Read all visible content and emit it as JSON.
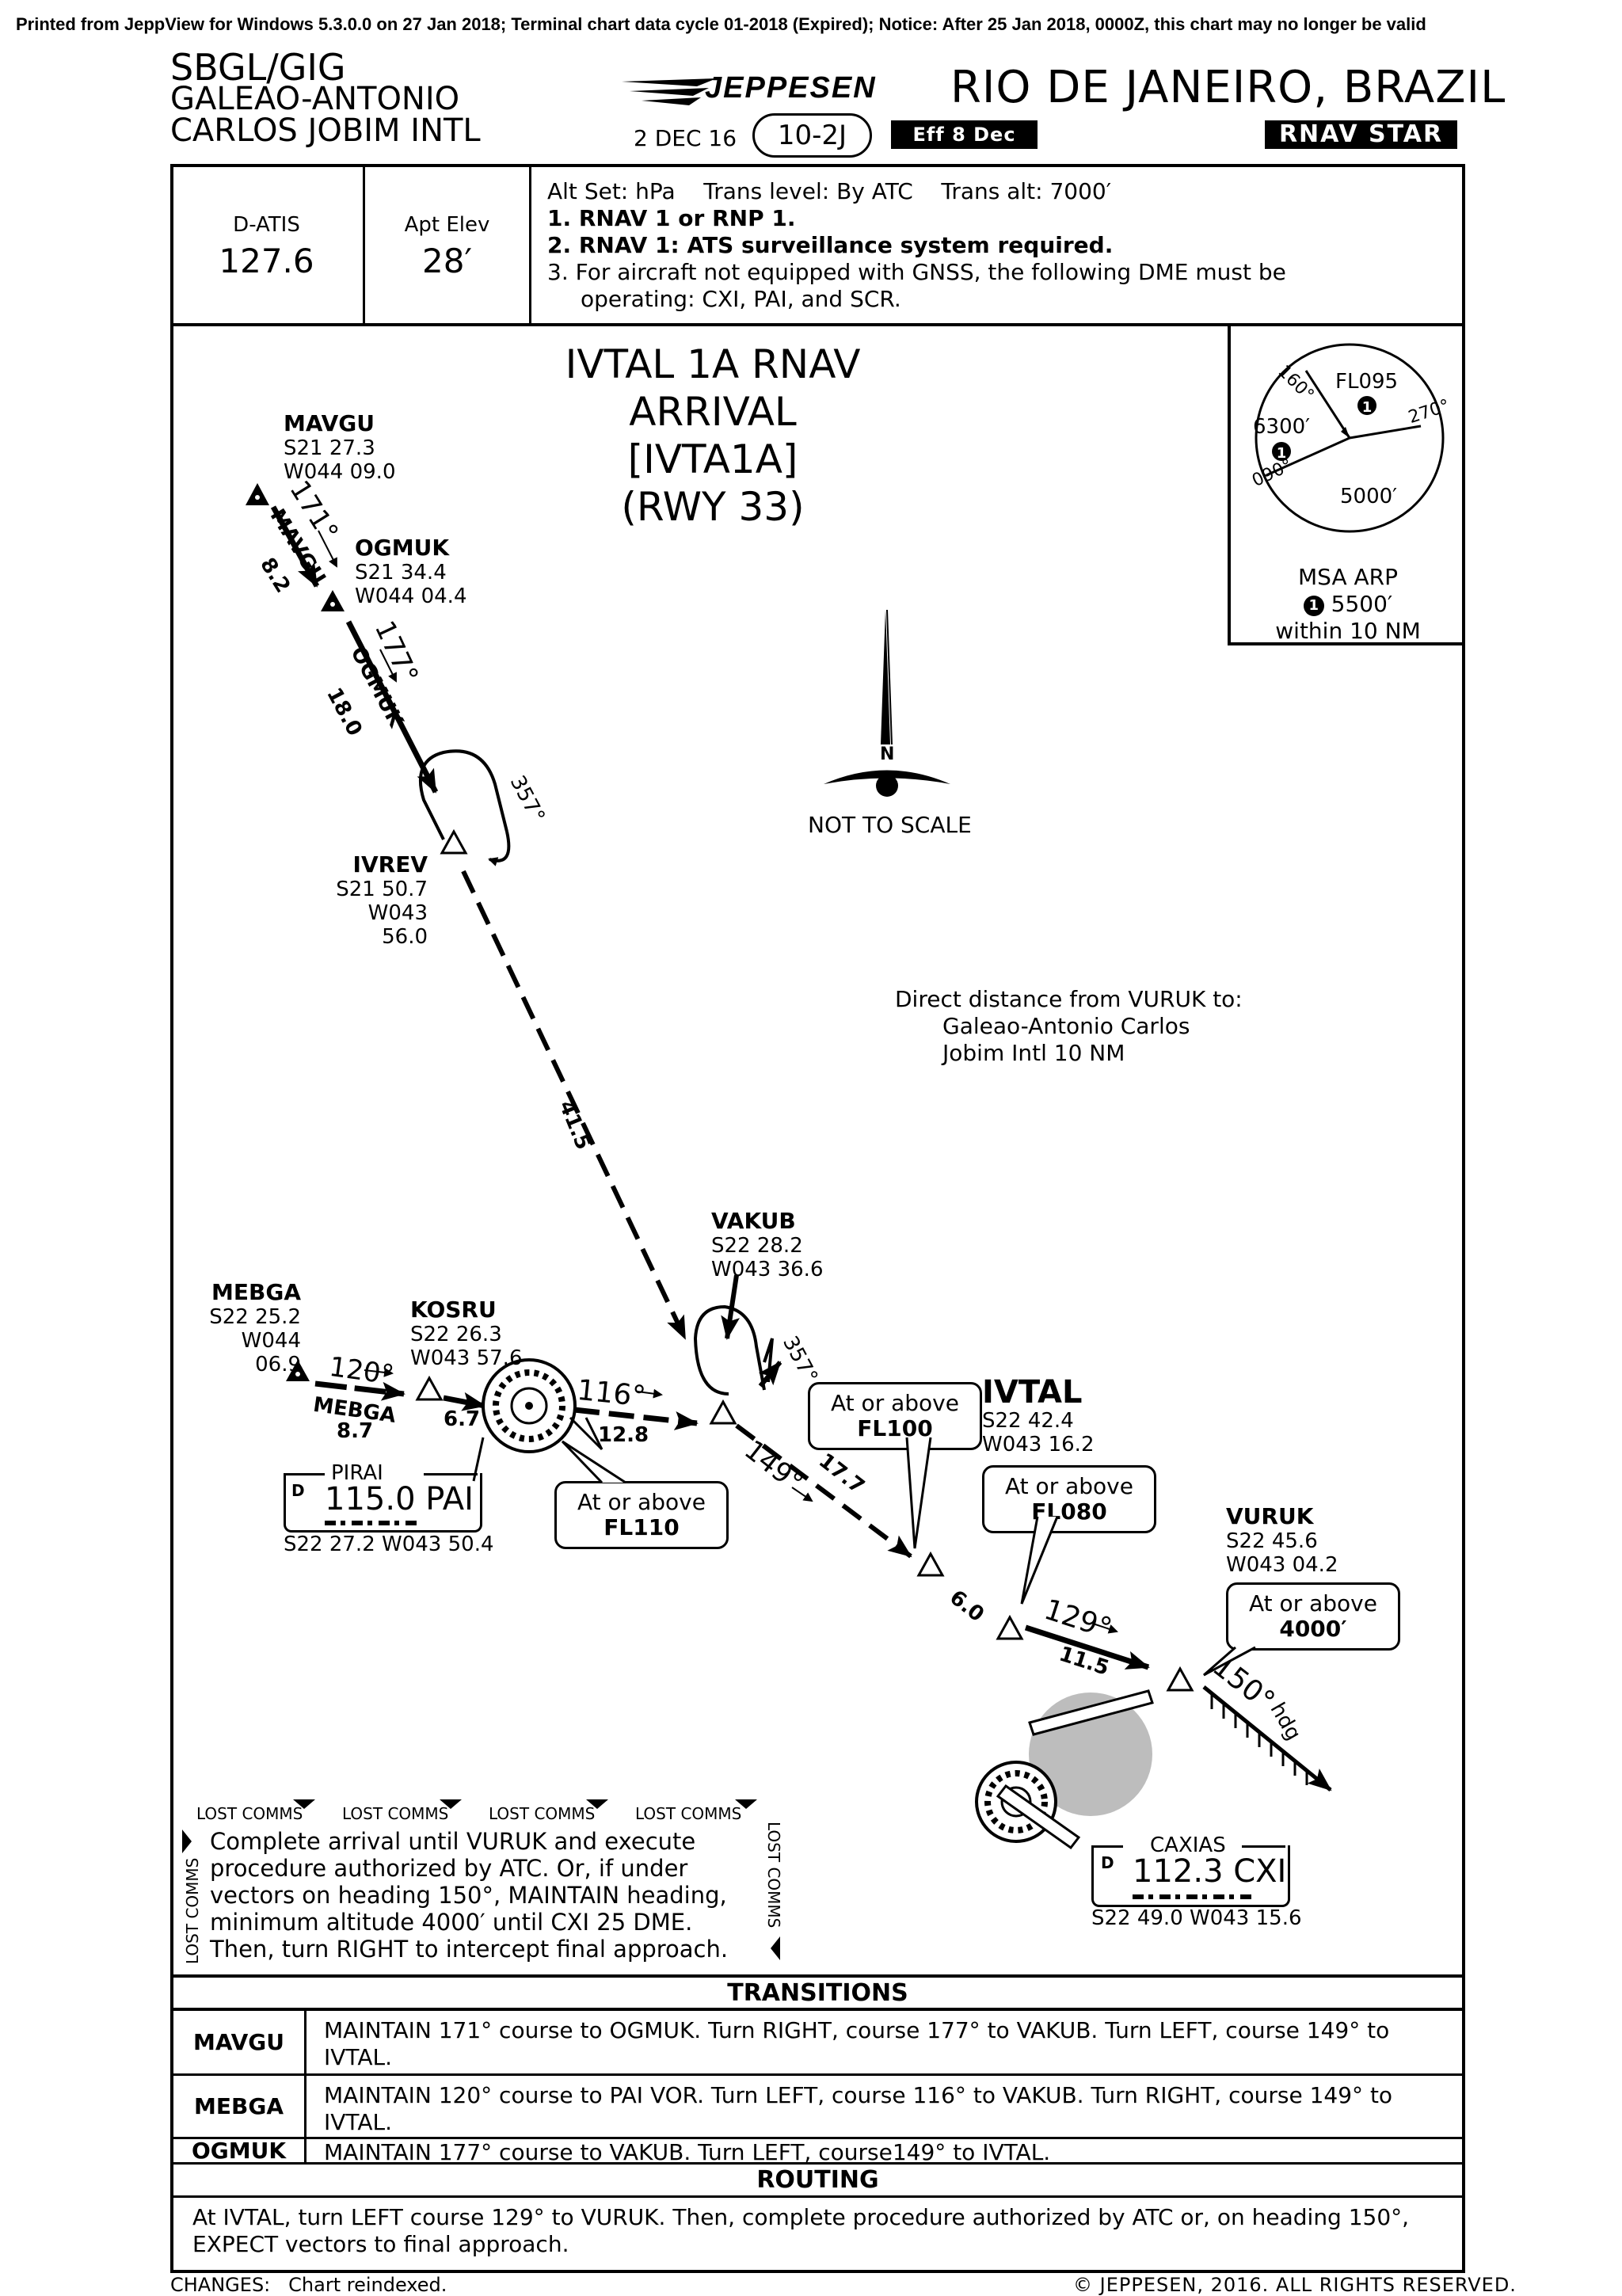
{
  "printed_notice": "Printed from JeppView for Windows 5.3.0.0 on 27 Jan 2018; Terminal chart data cycle 01-2018 (Expired); Notice: After 25 Jan 2018, 0000Z, this chart may no longer be valid",
  "header": {
    "icao": "SBGL/GIG",
    "airport_line1": "GALEAO-ANTONIO",
    "airport_line2": "CARLOS JOBIM INTL",
    "brand": "JEPPESEN",
    "city": "RIO DE JANEIRO, BRAZIL",
    "date": "2 DEC 16",
    "page": "10-2J",
    "effective": "Eff 8 Dec",
    "chart_type": "RNAV STAR"
  },
  "info": {
    "atis_label": "D-ATIS",
    "atis_freq": "127.6",
    "elev_label": "Apt Elev",
    "elev_value": "28′",
    "altset": "Alt Set: hPa    Trans level: By ATC    Trans alt: 7000′",
    "note1": "1. RNAV 1 or RNP 1.",
    "note2": "2. RNAV 1: ATS surveillance system required.",
    "note3a": "3. For aircraft not equipped with GNSS, the following DME must be",
    "note3b": "operating: CXI, PAI, and SCR."
  },
  "title": {
    "line1": "IVTAL 1A RNAV ARRIVAL",
    "line2": "[IVTA1A]",
    "line3": "(RWY 33)"
  },
  "msa": {
    "top_right": "FL095",
    "left": "6300′",
    "bottom": "5000′",
    "brg1": "160°",
    "brg2": "270°",
    "brg3": "090°",
    "label": "MSA ARP",
    "note": "5500′",
    "within": "within 10 NM",
    "marker": "1"
  },
  "north": {
    "letter": "N",
    "scale": "NOT TO SCALE"
  },
  "direct_note": {
    "line1": "Direct distance from VURUK to:",
    "line2": "Galeao-Antonio Carlos",
    "line3": "Jobim Intl 10 NM"
  },
  "waypoints": {
    "mavgu": {
      "name": "MAVGU",
      "lat": "S21 27.3",
      "lon": "W044 09.0"
    },
    "ogmuk": {
      "name": "OGMUK",
      "lat": "S21 34.4",
      "lon": "W044 04.4"
    },
    "ivrev": {
      "name": "IVREV",
      "lat": "S21 50.7",
      "lon": "W043 56.0"
    },
    "vakub": {
      "name": "VAKUB",
      "lat": "S22 28.2",
      "lon": "W043 36.6"
    },
    "mebga": {
      "name": "MEBGA",
      "lat": "S22 25.2",
      "lon": "W044 06.9"
    },
    "kosru": {
      "name": "KOSRU",
      "lat": "S22 26.3",
      "lon": "W043 57.6"
    },
    "ivtal": {
      "name": "IVTAL",
      "lat": "S22 42.4",
      "lon": "W043 16.2"
    },
    "vuruk": {
      "name": "VURUK",
      "lat": "S22 45.6",
      "lon": "W043 04.2"
    }
  },
  "legs": {
    "mavgu_crs": "171°",
    "mavgu_name": "MAVGU",
    "mavgu_dist": "8.2",
    "ogmuk_crs": "177°",
    "ogmuk_name": "OGMUK",
    "ogmuk_dist": "18.0",
    "hold_ivrev": "357°",
    "ivrev_dist": "41.5",
    "mebga_crs": "120°",
    "mebga_name": "MEBGA",
    "mebga_dist": "8.7",
    "kosru_dist": "6.7",
    "pai_crs": "116°",
    "pai_dist": "12.8",
    "hold_vakub": "357°",
    "vakub_crs": "149°",
    "vakub_dist": "17.7",
    "ivtal_dist": "6.0",
    "ivtal_crs": "129°",
    "vuruk_dist": "11.5",
    "vuruk_hdg": "150°",
    "hdg": "hdg"
  },
  "navaids": {
    "pirai": {
      "name": "PIRAI",
      "freq": "115.0 PAI",
      "lat": "S22 27.2",
      "lon": "W043 50.4",
      "d": "D"
    },
    "caxias": {
      "name": "CAXIAS",
      "freq": "112.3 CXI",
      "lat": "S22 49.0",
      "lon": "W043 15.6",
      "d": "D"
    }
  },
  "constraints": {
    "fl110": {
      "prefix": "At or above",
      "value": "FL110"
    },
    "fl100": {
      "prefix": "At or above",
      "value": "FL100"
    },
    "fl080": {
      "prefix": "At or above",
      "value": "FL080"
    },
    "a4000": {
      "prefix": "At or above",
      "value": "4000′"
    }
  },
  "lost_comms": {
    "label": "LOST COMMS",
    "line1": "Complete arrival until VURUK and execute",
    "line2": "procedure authorized by ATC. Or, if under",
    "line3": "vectors on heading 150°, MAINTAIN heading,",
    "line4": "minimum altitude 4000′ until CXI 25 DME.",
    "line5": "Then, turn RIGHT to intercept final approach."
  },
  "transitions": {
    "heading": "TRANSITIONS",
    "rows": [
      {
        "name": "MAVGU",
        "text": "MAINTAIN 171° course to OGMUK. Turn RIGHT, course 177° to VAKUB. Turn LEFT, course 149° to IVTAL."
      },
      {
        "name": "MEBGA",
        "text": "MAINTAIN 120° course to PAI VOR. Turn LEFT, course 116° to VAKUB. Turn RIGHT, course 149° to IVTAL."
      },
      {
        "name": "OGMUK",
        "text": "MAINTAIN 177° course to VAKUB. Turn LEFT, course149° to IVTAL."
      }
    ]
  },
  "routing": {
    "heading": "ROUTING",
    "text": "At IVTAL, turn LEFT course 129° to VURUK. Then, complete procedure authorized by ATC or, on heading 150°, EXPECT vectors to final approach."
  },
  "footer": {
    "changes_label": "CHANGES:",
    "changes_text": "Chart reindexed.",
    "copyright": "© JEPPESEN, 2016. ALL RIGHTS RESERVED."
  }
}
